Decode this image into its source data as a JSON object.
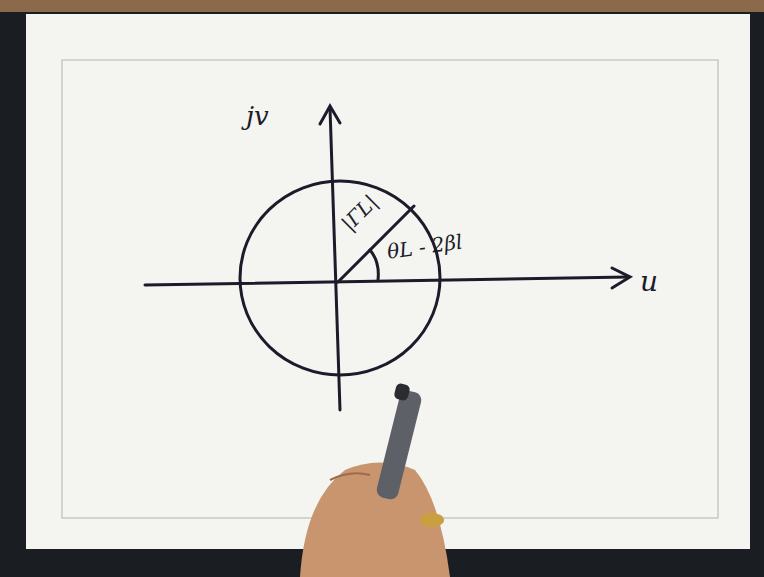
{
  "diagram": {
    "labels": [
      "jv",
      "u",
      "|ΓL|",
      "θL - 2βl"
    ]
  }
}
